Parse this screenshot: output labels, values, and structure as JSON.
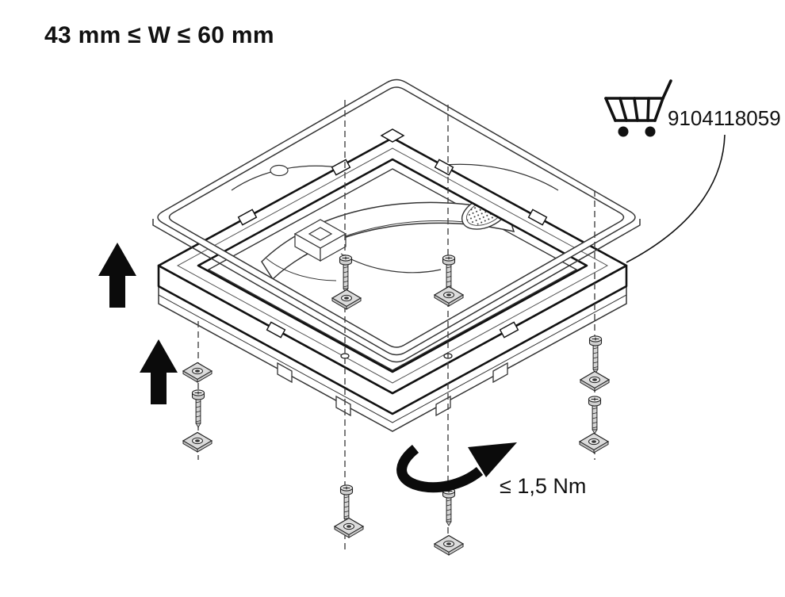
{
  "page": {
    "background": "#ffffff"
  },
  "header": {
    "dimension_label": "43 mm ≤ W ≤ 60 mm"
  },
  "order_info": {
    "icon": "shopping-cart-icon",
    "part_number": "9104118059"
  },
  "torque_note": {
    "icon": "clockwise-rotation-arrow-icon",
    "label": "≤ 1,5 Nm"
  },
  "diagram": {
    "lift_arrow_icons": [
      "up-arrow-icon",
      "up-arrow-icon"
    ],
    "alignment_lines": 4,
    "screws": 7,
    "square_nut_plates": 8
  },
  "colors": {
    "ink": "#111111",
    "line": "#333333",
    "metal": "#d9d9d9",
    "arrow": "#0b0b0b"
  }
}
